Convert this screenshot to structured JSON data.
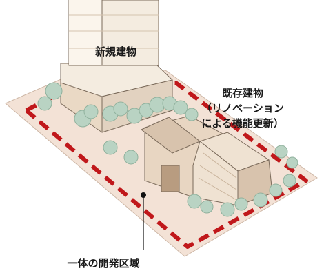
{
  "labels": {
    "new_building": "新規建物",
    "existing_building_line1": "既存建物",
    "existing_building_line2": "（リノベーション",
    "existing_building_line3": "による機能更新）",
    "development_area": "一体の開発区域"
  },
  "colors": {
    "site_fill": "#f3e2d6",
    "boundary_dash": "#c0181b",
    "tree": "#b9d3c3",
    "tower_light": "#f4ece0",
    "tower_shade": "#e2d2c0",
    "wood_light": "#efe2d2",
    "wood_shade": "#d8c3ad",
    "outline": "#7a6a5a"
  }
}
